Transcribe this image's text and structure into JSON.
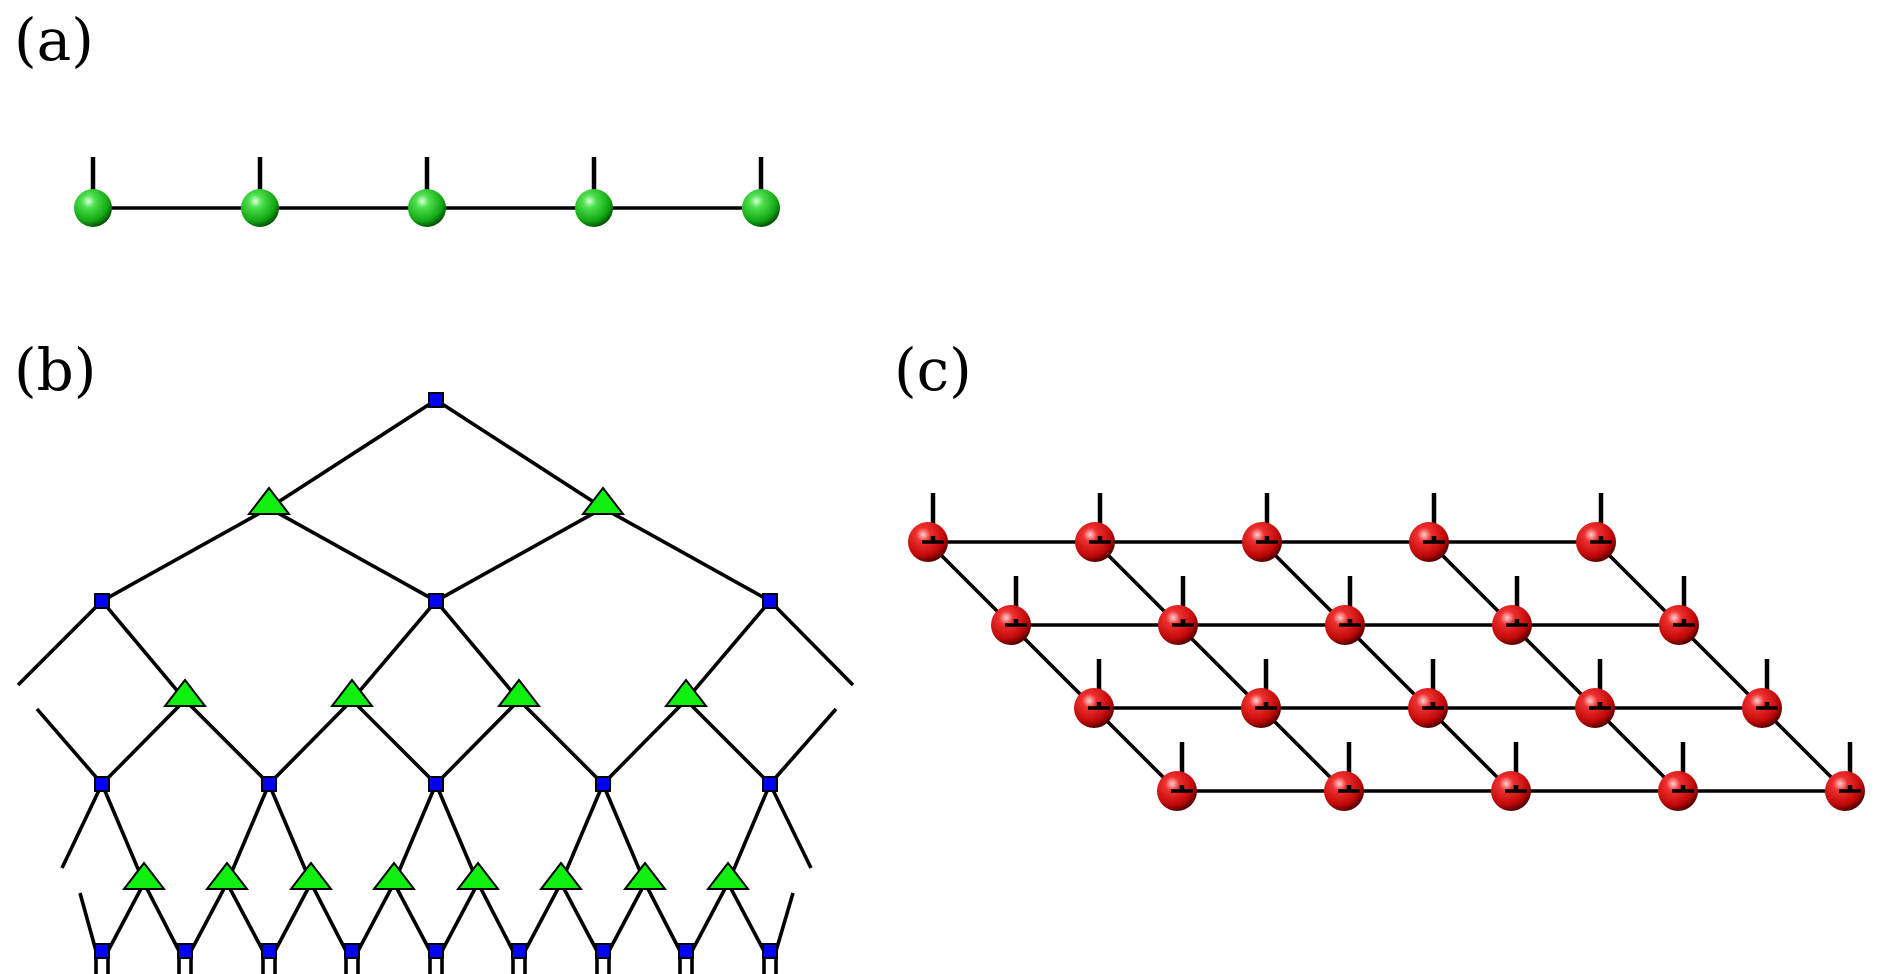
{
  "panels": {
    "a": {
      "label": "(a)"
    },
    "b": {
      "label": "(b)"
    },
    "c": {
      "label": "(c)"
    }
  },
  "colors": {
    "mps_node": "#22c322",
    "mera_isometry": "#0000ff",
    "mera_disentangler": "#10f010",
    "peps_node": "#d81616",
    "bond": "#000000"
  },
  "structure": {
    "mps_sites": 5,
    "peps_rows": 4,
    "peps_cols": 5,
    "mera_bottom_isometries": 9
  }
}
